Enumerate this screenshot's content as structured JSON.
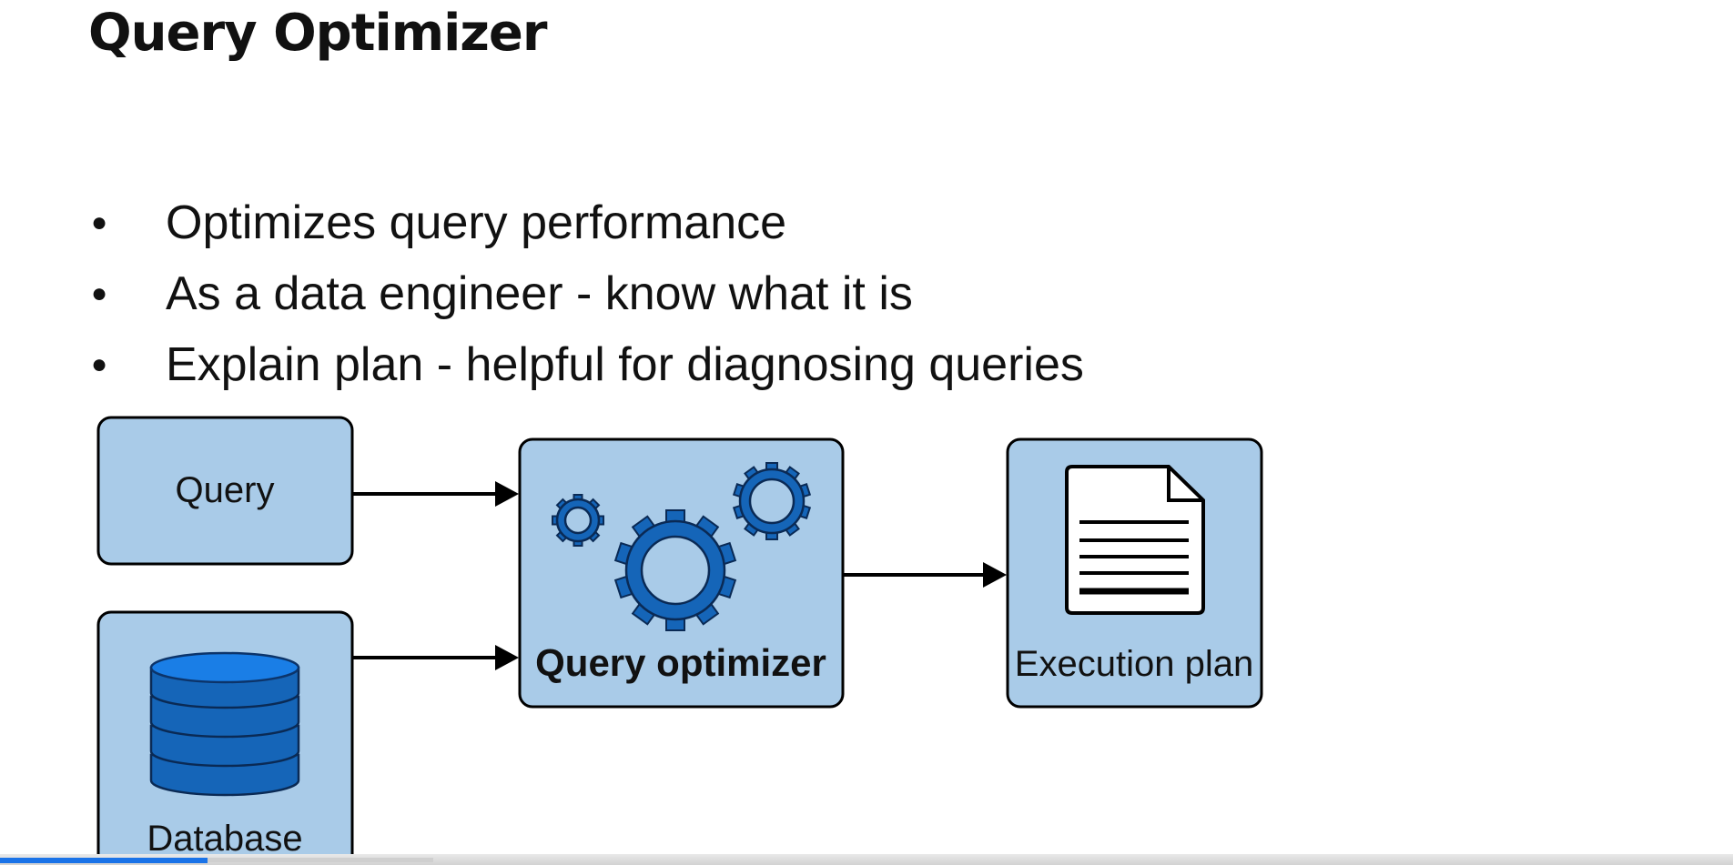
{
  "slide": {
    "title": "Query Optimizer",
    "bullets": [
      "Optimizes query performance",
      "As a data engineer - know what it is",
      "Explain plan - helpful for diagnosing queries"
    ]
  },
  "diagram": {
    "nodes": {
      "query": "Query",
      "database": "Database",
      "optimizer": "Query optimizer",
      "plan": "Execution plan"
    },
    "edges": [
      {
        "from": "Query",
        "to": "Query optimizer"
      },
      {
        "from": "Database",
        "to": "Query optimizer"
      },
      {
        "from": "Query optimizer",
        "to": "Execution plan"
      }
    ],
    "colors": {
      "box_fill": "#a9cbe8",
      "icon_blue": "#1565b8",
      "stroke": "#000000"
    }
  },
  "player": {
    "progress_fraction": 0.12,
    "buffered_fraction": 0.25,
    "progress_color": "#1a73e8"
  }
}
